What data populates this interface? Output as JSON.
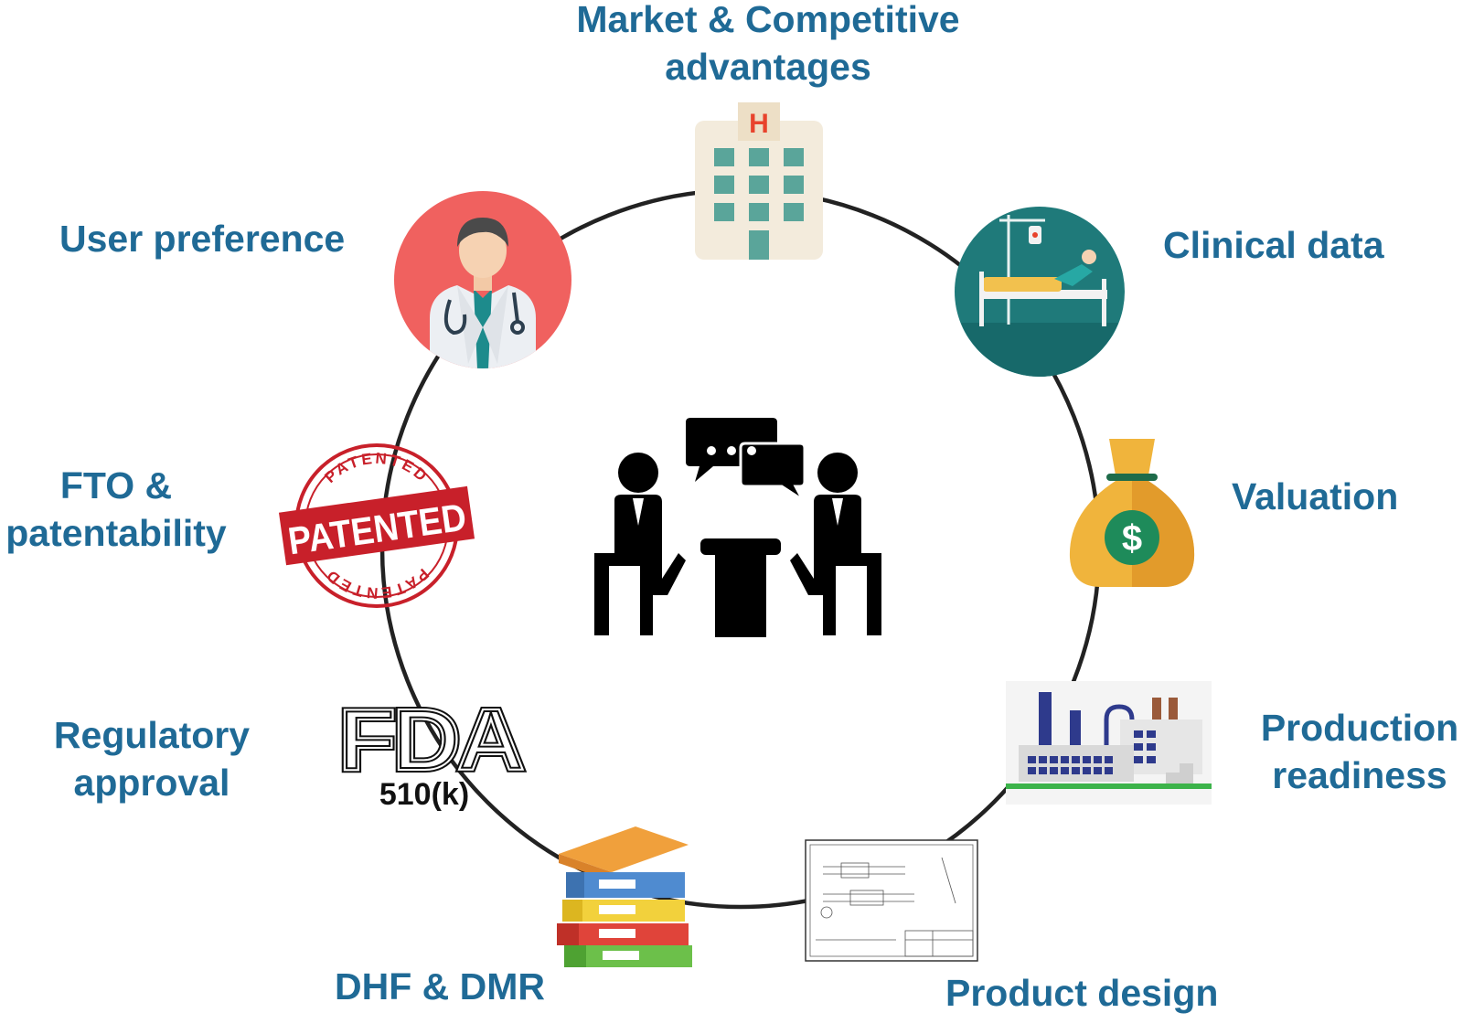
{
  "labels": {
    "market": {
      "line1": "Market & Competitive",
      "line2": "advantages"
    },
    "clinical": "Clinical data",
    "user": "User preference",
    "valuation": "Valuation",
    "fto": {
      "line1": "FTO &",
      "line2": "patentability"
    },
    "production": {
      "line1": "Production",
      "line2": "readiness"
    },
    "regulatory": {
      "line1": "Regulatory",
      "line2": "approval"
    },
    "dhf": "DHF & DMR",
    "product": "Product design"
  },
  "badges": {
    "hospital_letter": "H",
    "dollar": "$",
    "stamp_main": "PATENTED",
    "stamp_ring": "PATENTED",
    "fda_logo": "FDA",
    "fda_sub": "510(k)"
  },
  "colors": {
    "label_text": "#1f6a96",
    "ring": "#222222",
    "doctor_bg": "#f0615f",
    "clinical_bg": "#1f7a7a",
    "stamp": "#c8202a",
    "money_bag": "#f0b43c",
    "dollar_coin": "#1e8b5a",
    "factory_stack": "#2e3a8c",
    "factory_ground": "#3cb34a"
  },
  "icons": [
    "hospital-icon",
    "doctor-icon",
    "patient-bed-icon",
    "money-bag-icon",
    "patented-stamp-icon",
    "fda-510k-icon",
    "factory-icon",
    "binders-icon",
    "blueprint-icon",
    "meeting-icon"
  ]
}
